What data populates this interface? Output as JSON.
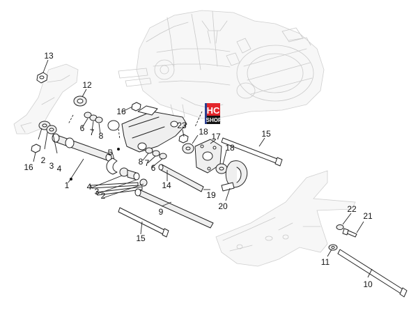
{
  "logo": {
    "top": "HC",
    "bottom": "SHOP"
  },
  "callouts": [
    "1",
    "2",
    "3",
    "4",
    "5",
    "6",
    "7",
    "8",
    "9",
    "10",
    "11",
    "12",
    "13",
    "14",
    "15",
    "16",
    "17",
    "18",
    "19",
    "20",
    "21",
    "22",
    "23",
    "2",
    "3",
    "4",
    "6",
    "7",
    "8",
    "15",
    "16",
    "18"
  ],
  "colors": {
    "line": "#222222",
    "ghost": "#c9c9c9",
    "logo_red": "#e3262b",
    "logo_blue": "#2a3f8f"
  }
}
